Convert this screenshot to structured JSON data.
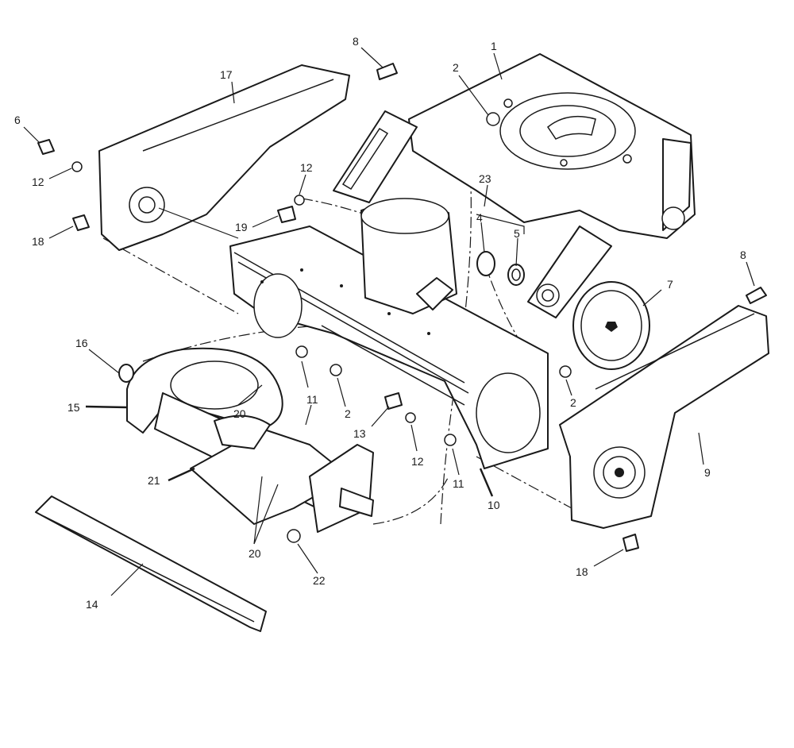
{
  "colors": {
    "line": "#1a1a1a",
    "paper": "#ffffff"
  },
  "callouts": {
    "c1": "1",
    "c2a": "2",
    "c2b": "2",
    "c2c": "2",
    "c4": "4",
    "c5": "5",
    "c6": "6",
    "c7": "7",
    "c8a": "8",
    "c8b": "8",
    "c9": "9",
    "c10": "10",
    "c11a": "11",
    "c11b": "11",
    "c12a": "12",
    "c12b": "12",
    "c12c": "12",
    "c13": "13",
    "c14": "14",
    "c15": "15",
    "c16": "16",
    "c17": "17",
    "c18a": "18",
    "c18b": "18",
    "c19": "19",
    "c20a": "20",
    "c20b": "20",
    "c21": "21",
    "c22": "22",
    "c23": "23"
  }
}
